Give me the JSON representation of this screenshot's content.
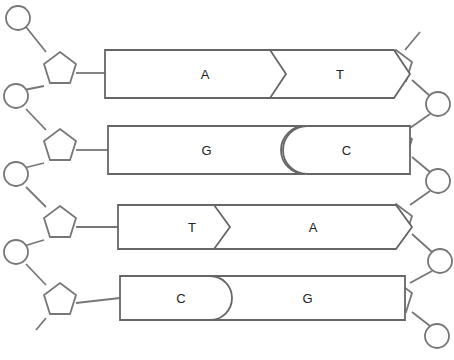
{
  "diagram": {
    "nodes": [
      {
        "text": [
          "A"
        ]
      },
      {
        "text": [
          "T"
        ]
      },
      {
        "text": [
          "G"
        ]
      },
      {
        "text": [
          "C"
        ]
      },
      {
        "text": [
          "T"
        ]
      },
      {
        "text": [
          "A"
        ]
      },
      {
        "text": [
          "C"
        ]
      },
      {
        "text": [
          "G"
        ]
      }
    ]
  }
}
